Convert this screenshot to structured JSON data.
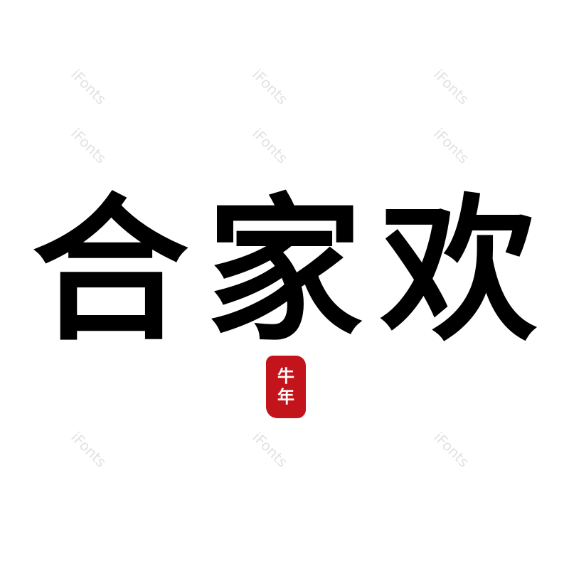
{
  "title_chars": [
    "合",
    "家",
    "欢"
  ],
  "seal": {
    "chars": [
      "牛",
      "年"
    ],
    "color": "#c4141b"
  },
  "watermark": "iFonts",
  "colors": {
    "ink": "#000000",
    "background": "#ffffff",
    "watermark": "#e2e2e2"
  }
}
